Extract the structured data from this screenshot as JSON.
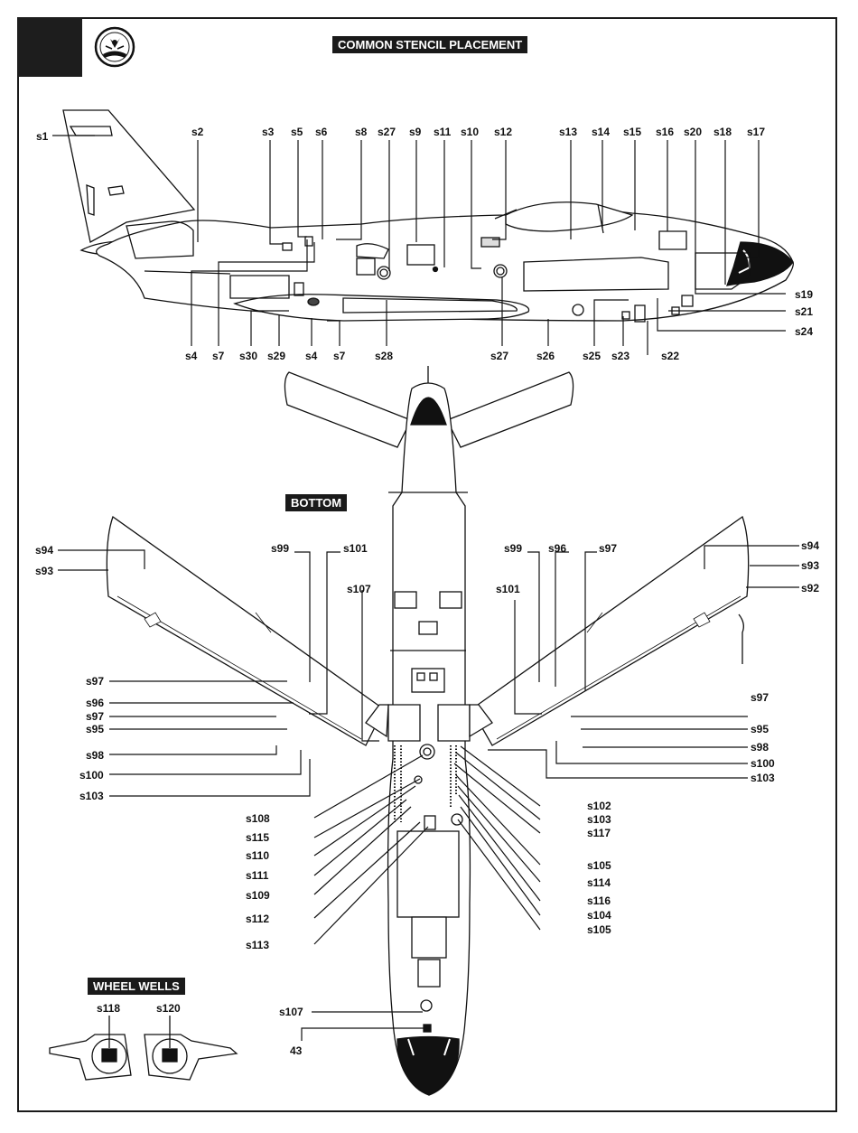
{
  "header": {
    "title": "COMMON STENCIL PLACEMENT",
    "bottom_label": "BOTTOM",
    "wheel_wells_label": "WHEEL WELLS"
  },
  "side_view": {
    "top_labels": [
      "s1",
      "s2",
      "s3",
      "s5",
      "s6",
      "s8",
      "s27",
      "s9",
      "s11",
      "s10",
      "s12",
      "s13",
      "s14",
      "s15",
      "s16",
      "s20",
      "s18",
      "s17"
    ],
    "bottom_labels": [
      "s4",
      "s7",
      "s30",
      "s29",
      "s4",
      "s7",
      "s28",
      "s27",
      "s26",
      "s25",
      "s23",
      "s22"
    ],
    "right_labels": [
      "s19",
      "s21",
      "s24"
    ]
  },
  "bottom_view": {
    "left_wing_labels": [
      "s94",
      "s93",
      "s99",
      "s101",
      "s107",
      "s97",
      "s96",
      "s97",
      "s95",
      "s98",
      "s100",
      "s103"
    ],
    "right_wing_labels": [
      "s99",
      "s96",
      "s97",
      "s94",
      "s93",
      "s92",
      "s101",
      "s97",
      "s95",
      "s98",
      "s100",
      "s103"
    ],
    "left_fuselage_labels": [
      "s108",
      "s115",
      "s110",
      "s111",
      "s109",
      "s112",
      "s113",
      "s107",
      "43"
    ],
    "right_fuselage_labels": [
      "s102",
      "s103",
      "s117",
      "s105",
      "s114",
      "s116",
      "s104",
      "s105"
    ]
  },
  "wheel_wells": {
    "labels": [
      "s118",
      "s120"
    ]
  },
  "colors": {
    "ink": "#1a1a1a",
    "paper": "#ffffff"
  }
}
